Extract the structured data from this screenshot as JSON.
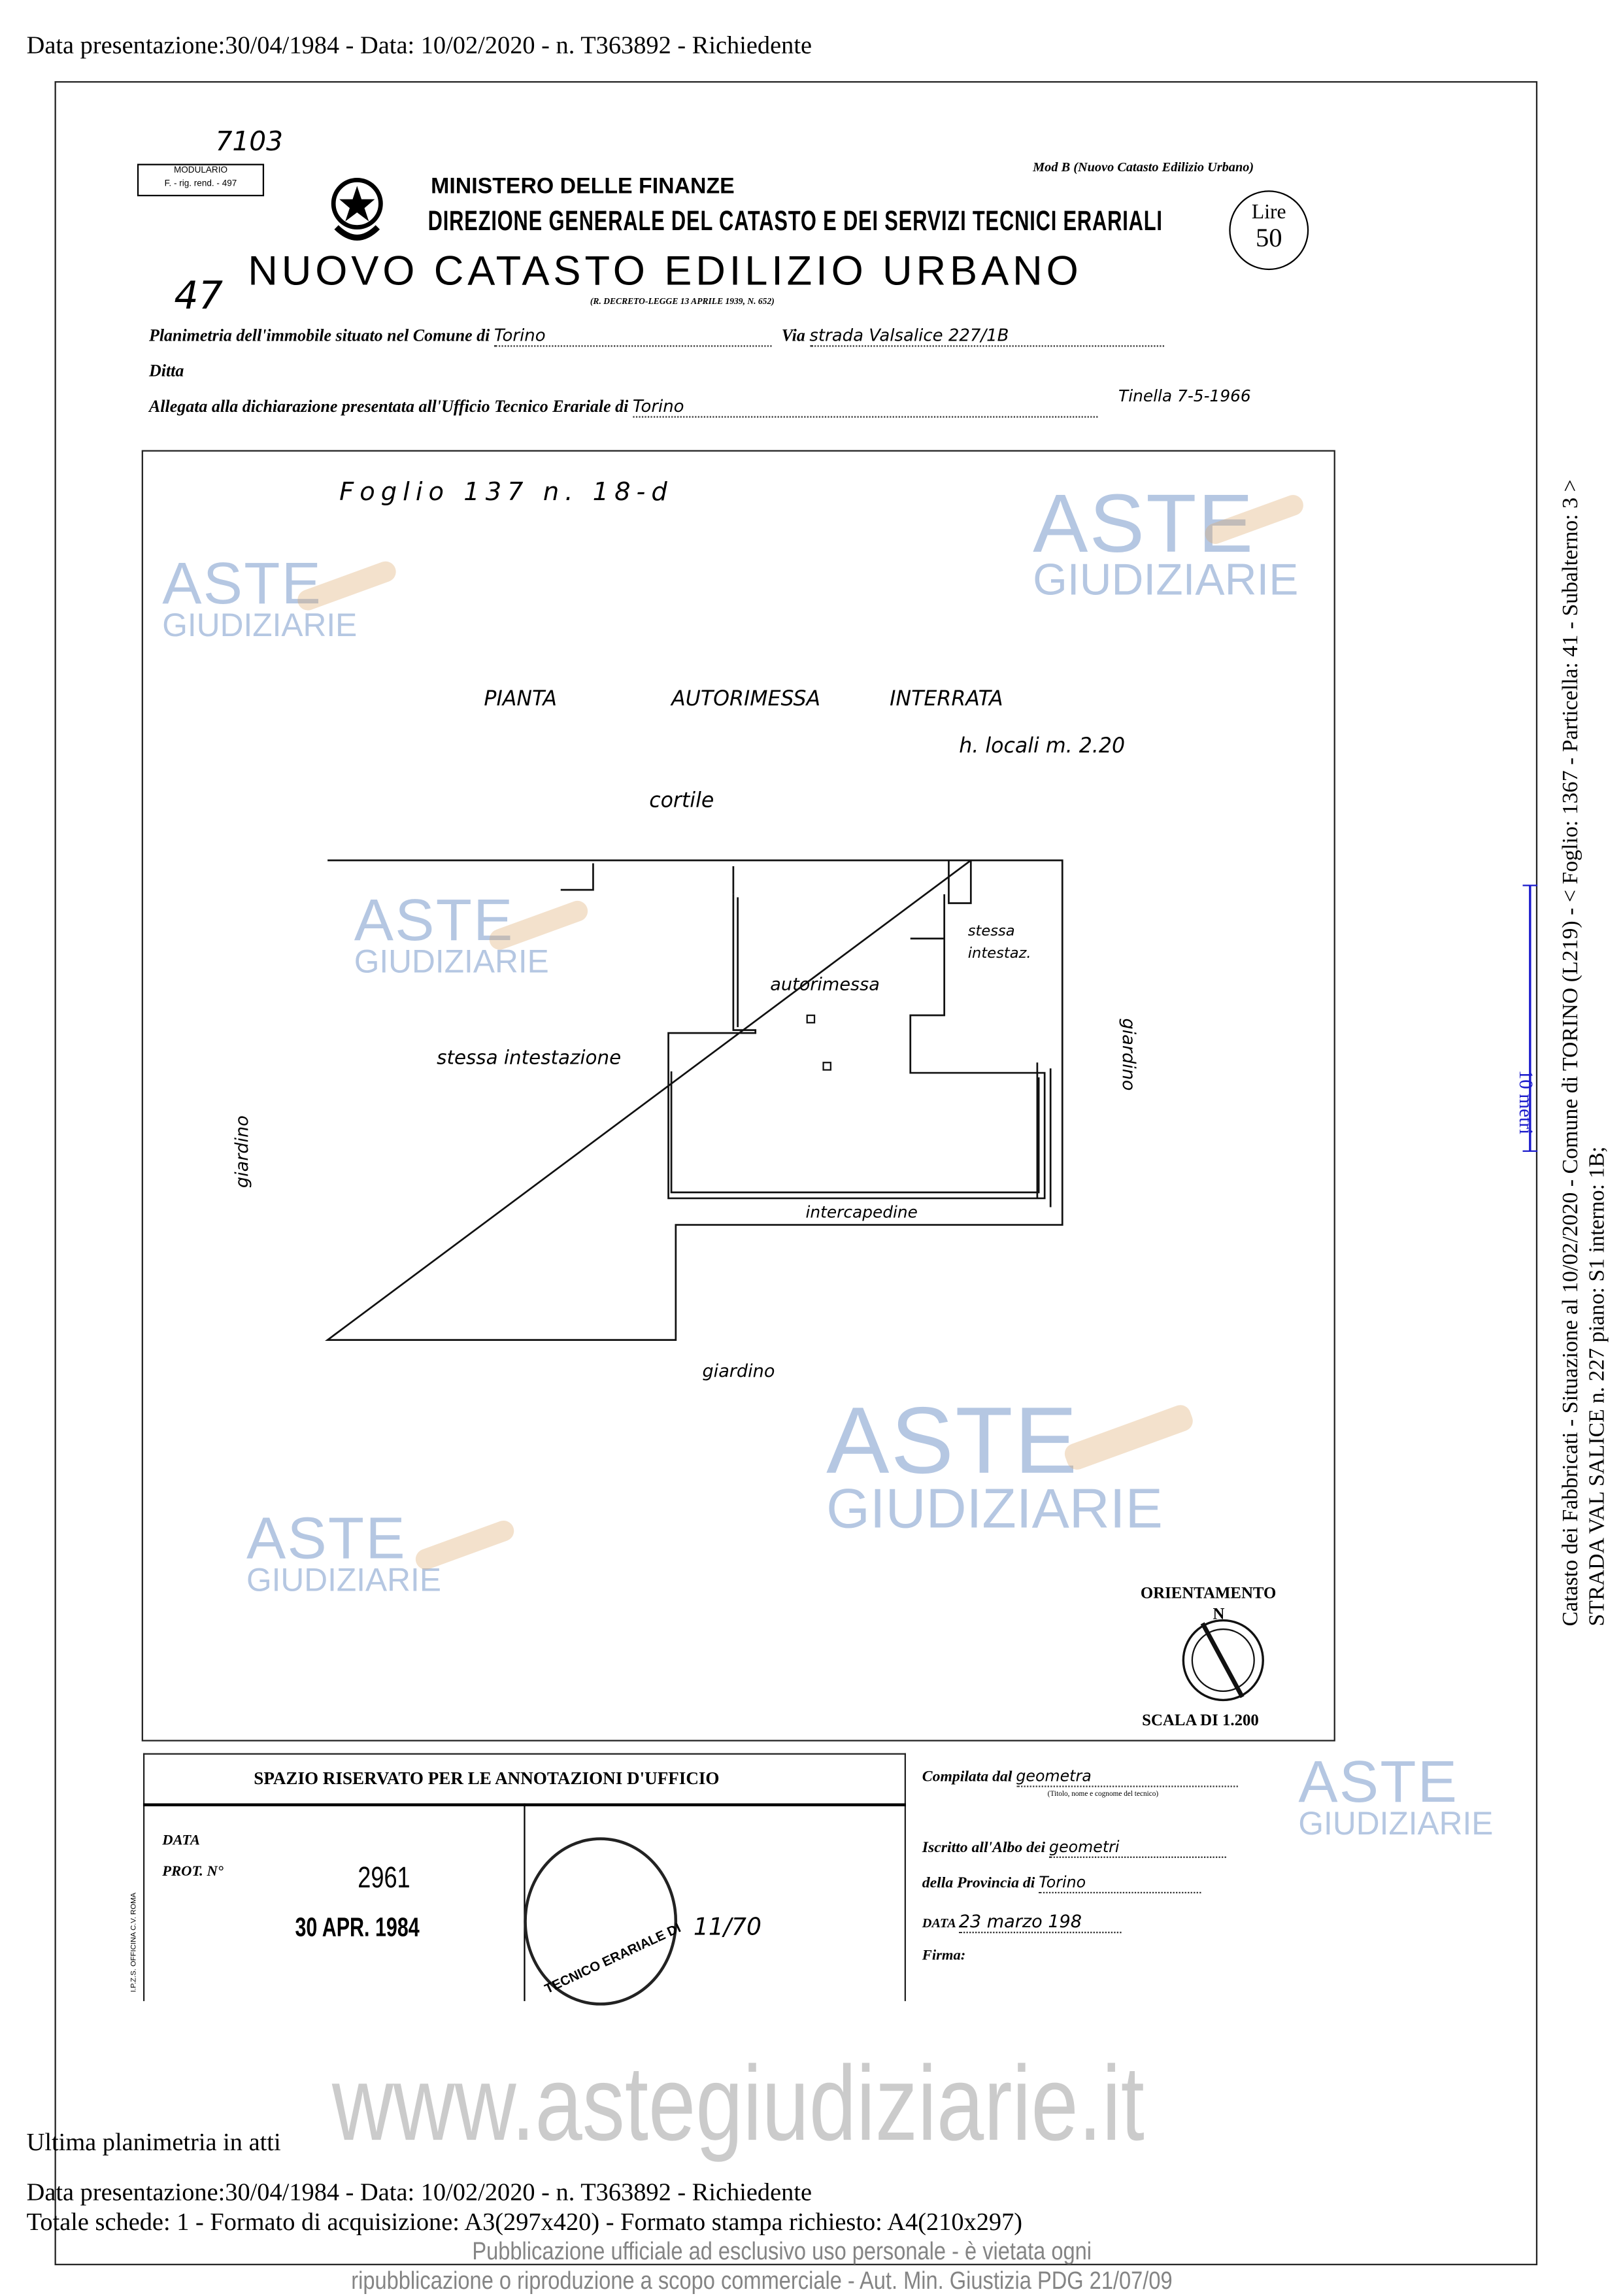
{
  "top_header": "Data presentazione:30/04/1984 - Data: 10/02/2020 - n. T363892 - Richiedente",
  "form": {
    "handwritten_number_top": "7103",
    "modulario_box": [
      "MODULARIO",
      "F. - rig. rend. - 497"
    ],
    "ministry": "MINISTERO DELLE FINANZE",
    "direzione": "DIREZIONE GENERALE DEL CATASTO E DEI SERVIZI TECNICI ERARIALI",
    "mod_b": "Mod B (Nuovo Catasto Edilizio Urbano)",
    "stamp_lire": "Lire",
    "stamp_value": "50",
    "title": "NUOVO CATASTO EDILIZIO URBANO",
    "decree": "(R. DECRETO-LEGGE 13 APRILE 1939, N. 652)",
    "handwritten_47": "47",
    "planimetria_label": "Planimetria dell'immobile situato nel Comune di",
    "comune_value": "Torino",
    "via_label": "Via",
    "via_value": "strada Valsalice 227/1B",
    "ditta_label": "Ditta",
    "allegata_label": "Allegata alla dichiarazione presentata all'Ufficio Tecnico Erariale di",
    "ufficio_value": "Torino",
    "signature_date": "Tinella 7-5-1966"
  },
  "drawing": {
    "foglio": "Foglio 137 n. 18-d",
    "title_words": [
      "PIANTA",
      "AUTORIMESSA",
      "INTERRATA"
    ],
    "height_note": "h. locali m. 2.20",
    "labels": {
      "cortile": "cortile",
      "stessa_intestaz": "stessa intestaz.",
      "autorimessa": "autorimessa",
      "stessa_intestazione": "stessa intestazione",
      "giardino_left": "giardino",
      "giardino_right": "giardino",
      "giardino_bottom": "giardino",
      "intercapedine": "intercapedine"
    },
    "orientation_label": "ORIENTAMENTO",
    "north": "N",
    "scale": "SCALA DI 1.200"
  },
  "annotations": {
    "header": "SPAZIO RISERVATO PER LE ANNOTAZIONI D'UFFICIO",
    "data_label": "DATA",
    "prot_label": "PROT. N°",
    "prot_value": "2961",
    "stamp_date": "30 APR. 1984",
    "stamp_text": "TECNICO ERARIALE DI",
    "stamp_numbers": "11/70",
    "printer": "I.P.Z.S. OFFICINA C.V. ROMA"
  },
  "compilata": {
    "compilata_label": "Compilata dal",
    "compilata_value": "geometra",
    "compilata_hint": "(Titolo, nome e cognome del tecnico)",
    "iscritto_label": "Iscritto all'Albo dei",
    "iscritto_value": "geometri",
    "provincia_label": "della Provincia di",
    "provincia_value": "Torino",
    "data_label": "DATA",
    "data_value": "23 marzo 198",
    "firma_label": "Firma:"
  },
  "side_text": {
    "line1": "Catasto dei Fabbricati - Situazione al 10/02/2020 - Comune di TORINO (L219) - < Foglio: 1367 - Particella: 41 - Subalterno: 3 >",
    "line2": "STRADA VAL SALICE n. 227 piano: S1 interno: 1B;",
    "scale_bar": "10 metri"
  },
  "footer": {
    "ultima": "Ultima planimetria in atti",
    "data_presentazione": "Data presentazione:30/04/1984 - Data: 10/02/2020 - n. T363892 - Richiedente",
    "totale": "Totale schede: 1 - Formato di acquisizione: A3(297x420) - Formato stampa richiesto: A4(210x297)",
    "notice1": "Pubblicazione ufficiale ad esclusivo uso personale - è vietata ogni",
    "notice2": "ripubblicazione o riproduzione a scopo commerciale - Aut. Min. Giustizia PDG 21/07/09",
    "website": "www.astegiudiziarie.it"
  },
  "watermark": {
    "line1": "ASTE",
    "line2": "GIUDIZIARIE"
  },
  "colors": {
    "scale_bar": "#1a1acc",
    "watermark": "#5a82be"
  }
}
